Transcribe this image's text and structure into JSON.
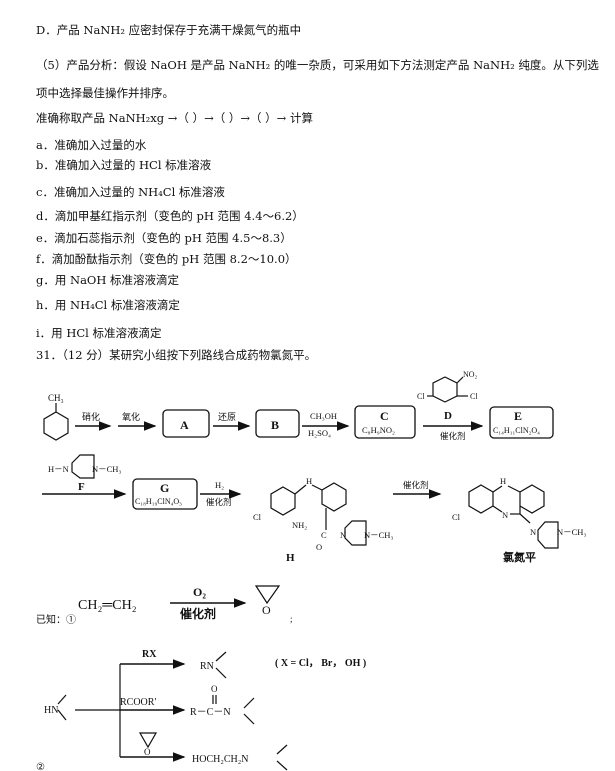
{
  "part4": {
    "option_d": "D．产品 NaNH₂ 应密封保存于充满干燥氮气的瓶中"
  },
  "part5": {
    "intro_line1": "（5）产品分析：假设 NaOH 是产品 NaNH₂ 的唯一杂质，可采用如下方法测定产品 NaNH₂ 纯度。从下列选",
    "intro_line2": "项中选择最佳操作并排序。",
    "sequence": "准确称取产品 NaNH₂xg →（    ）→（    ）→（    ）→ 计算",
    "options": [
      "a．准确加入过量的水",
      "b．准确加入过量的 HCl 标准溶液",
      "c．准确加入过量的 NH₄Cl 标准溶液",
      "d．滴加甲基红指示剂（变色的 pH 范围 4.4～6.2）",
      "e．滴加石蕊指示剂（变色的 pH 范围 4.5～8.3）",
      "f．滴加酚酞指示剂（变色的 pH 范围 8.2～10.0）",
      "g．用 NaOH 标准溶液滴定",
      "h．用 NH₄Cl 标准溶液滴定",
      "i．用 HCl 标准溶液滴定"
    ]
  },
  "q31": {
    "title": "31．（12 分）某研究小组按下列路线合成药物氯氮平。",
    "scheme": {
      "ch3": "CH₃",
      "step1": "硝化",
      "step2": "氧化",
      "A": "A",
      "step3": "还原",
      "B": "B",
      "reagent_top": "CH₃OH",
      "reagent_bottom": "H₂SO₄",
      "C": "C",
      "C_formula": "C₈H₉NO₂",
      "D": "D",
      "D_no2": "NO₂",
      "D_cl": "Cl",
      "catalyst": "催化剂",
      "E": "E",
      "E_formula": "C₁₄H₁₁ClN₂O₄",
      "F_h": "H－N",
      "F_n": "N－CH₃",
      "F": "F",
      "G": "G",
      "G_formula": "C₁₈H₁₉ClN₄O₃",
      "H2": "H₂",
      "H": "H",
      "nh": "H",
      "nh_n": "N",
      "nh2": "NH₂",
      "cl": "Cl",
      "o": "O",
      "c": "C",
      "n": "N",
      "nme": "N－CH₃",
      "product": "氯氮平"
    },
    "known": {
      "label1": "已知：①",
      "ethylene": "CH₂═CH₂",
      "o2": "O₂",
      "catalyst": "催化剂",
      "epoxide_o": "O",
      "end1": ";",
      "label2": "②",
      "hn": "HN",
      "rx": "RX",
      "rn": "RN",
      "x_note": "( X = Cl， Br， OH )",
      "rcoor": "RCOOR'",
      "amide": "R－C－N",
      "amide_o": "O",
      "epox_o": "O",
      "hoch": "HOCH₂CH₂N"
    }
  }
}
